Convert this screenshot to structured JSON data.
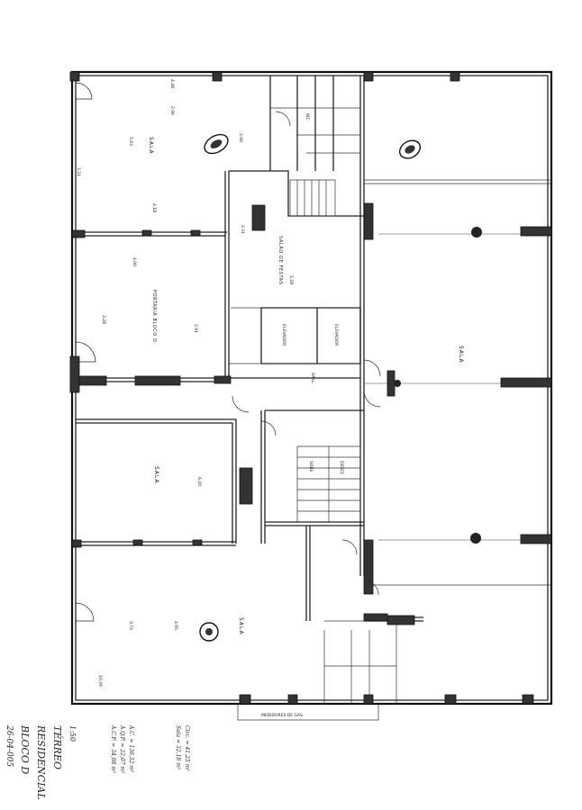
{
  "title_block": {
    "line1": "TÉRREO",
    "line2": "RESIDENCIAL",
    "line3": "BLOCO D",
    "date": "26-04-005",
    "scale": "1:50"
  },
  "rooms": {
    "sala_top": "SALA",
    "salao_festas": "SALÃO DE FESTAS",
    "portaria": "PORTARIA BLOCO D",
    "elevador1": "ELEVADOR",
    "elevador2": "ELEVADOR",
    "sala_mid": "SALA",
    "sala_bottom": "SALA",
    "hall": "HALL",
    "escada_subida": "SOBE",
    "escada_descida": "DESCE",
    "right_sala": "SALA",
    "wc": "WC",
    "medidores": "MEDIDORES DE GAS"
  },
  "dims": {
    "d1": "4.48",
    "d2": "2.90",
    "d3": "5.03",
    "d4": "2.00",
    "d5": "4.18",
    "d6": "3.21",
    "d7": "2.31",
    "d8": "5.28",
    "d9": "4.00",
    "d10": "3.28",
    "d11": "2.91",
    "d12": "6.20",
    "d13": "4.95",
    "d14": "3.74",
    "d15": "10.29"
  },
  "notes": {
    "n1": "A.C.P. = 34,08 m²",
    "n2": "A.Q.P. = 22,07 m²",
    "n3": "A.C. = 136,32 m²",
    "n4": "Sala = 32,18 m²",
    "n5": "Circ. = 41,25 m²"
  },
  "colors": {
    "ink": "#111111",
    "paper": "#ffffff"
  }
}
